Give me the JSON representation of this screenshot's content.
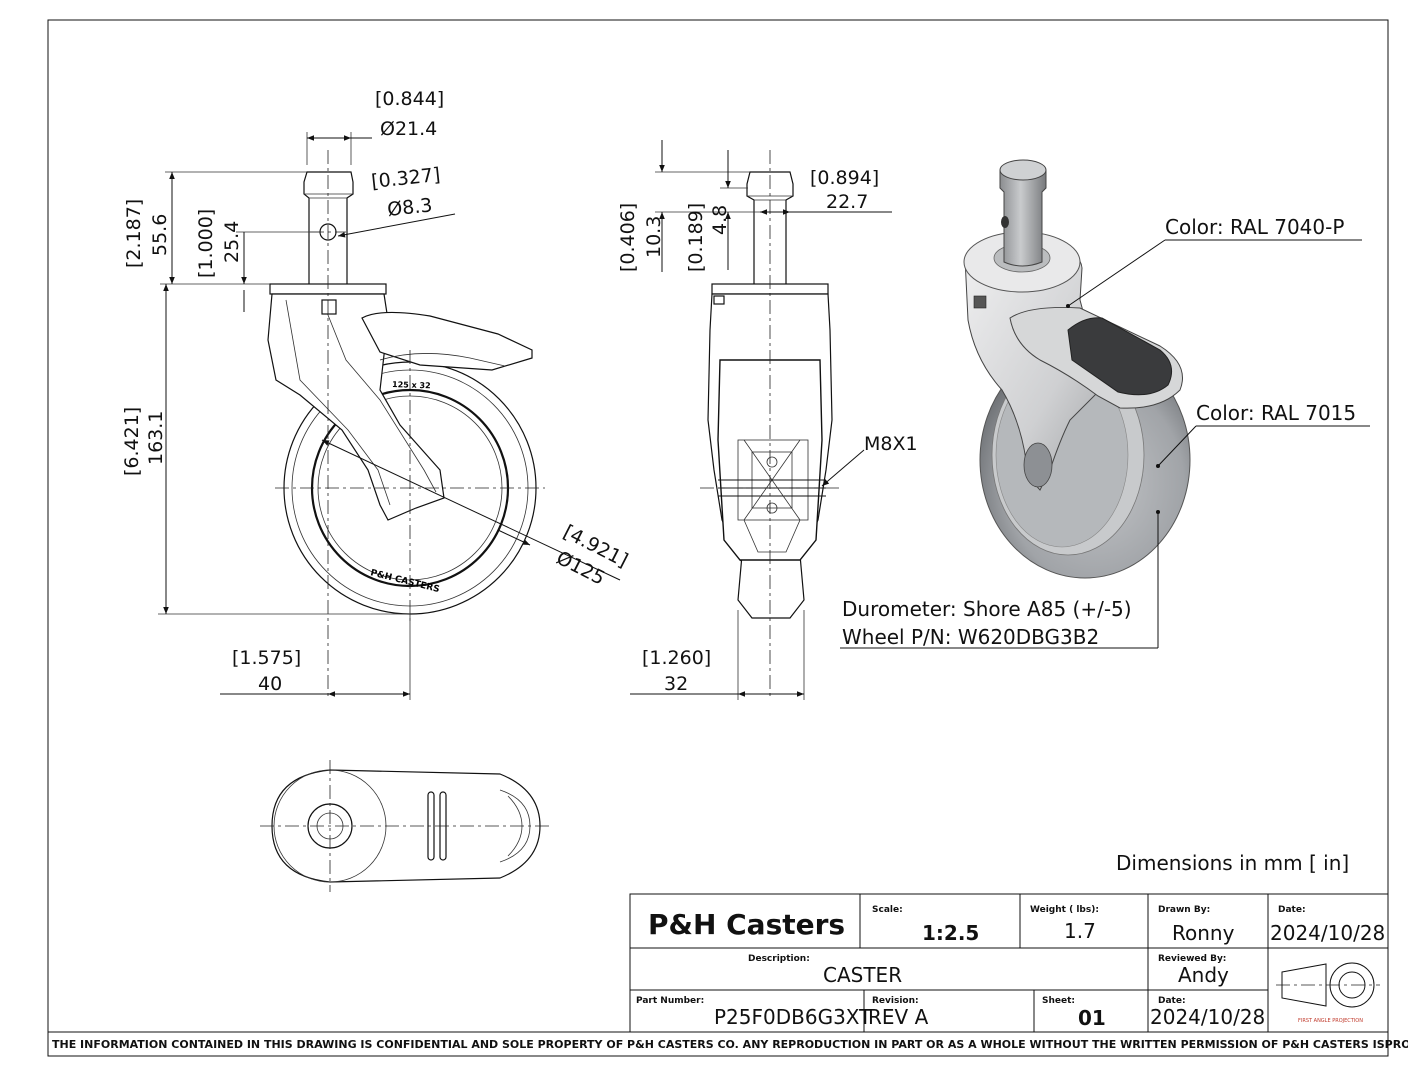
{
  "dimensions": {
    "stem_diameter_in": "[0.844]",
    "stem_diameter_mm": "Ø21.4",
    "hole_diameter_in": "[0.327]",
    "hole_diameter_mm": "Ø8.3",
    "stem_height_in": "[2.187]",
    "stem_height_mm": "55.6",
    "hole_height_in": "[1.000]",
    "hole_height_mm": "25.4",
    "overall_height_in": "[6.421]",
    "overall_height_mm": "163.1",
    "offset_in": "[1.575]",
    "offset_mm": "40",
    "wheel_diameter_in": "[4.921]",
    "wheel_diameter_mm": "Ø125",
    "side_height_in": "[0.406]",
    "side_height_mm": "10.3",
    "groove_in": "[0.189]",
    "groove_mm": "4.8",
    "ring_width_in": "[0.894]",
    "ring_width_mm": "22.7",
    "axle_thread": "M8X1",
    "wheel_width_in": "[1.260]",
    "wheel_width_mm": "32"
  },
  "callouts": {
    "color_housing": "Color: RAL 7040-P",
    "color_wheel": "Color: RAL 7015",
    "durometer": "Durometer: Shore A85 (+/-5)",
    "wheel_pn": "Wheel P/N: W620DBG3B2"
  },
  "wheel_marking": "P&H CASTERS",
  "wheel_size_marking": "125 x 32",
  "units_note": "Dimensions in mm [ in]",
  "title_block": {
    "company": "P&H Casters",
    "scale_label": "Scale:",
    "scale": "1:2.5",
    "weight_label": "Weight ( lbs):",
    "weight": "1.7",
    "drawn_by_label": "Drawn By:",
    "drawn_by": "Ronny",
    "date_label": "Date:",
    "date": "2024/10/28",
    "description_label": "Description:",
    "description": "CASTER",
    "reviewed_by_label": "Reviewed By:",
    "reviewed_by": "Andy",
    "part_number_label": "Part Number:",
    "part_number": "P25F0DB6G3XT",
    "revision_label": "Revision:",
    "revision": "REV A",
    "sheet_label": "Sheet:",
    "sheet": "01",
    "date2_label": "Date:",
    "date2": "2024/10/28",
    "projection": "FIRST ANGLE PROJECTION"
  },
  "footer": "THE INFORMATION CONTAINED IN THIS DRAWING IS CONFIDENTIAL AND SOLE PROPERTY OF P&H CASTERS CO.  ANY REPRODUCTION IN PART OR AS A WHOLE WITHOUT THE WRITTEN PERMISSION OF P&H CASTERS ISPROHIBITED.",
  "colors": {
    "housing": "#d4d5d6",
    "wheel": "#a4a7aa",
    "brake": "#3a3b3d",
    "projection_red": "#c0392b"
  }
}
